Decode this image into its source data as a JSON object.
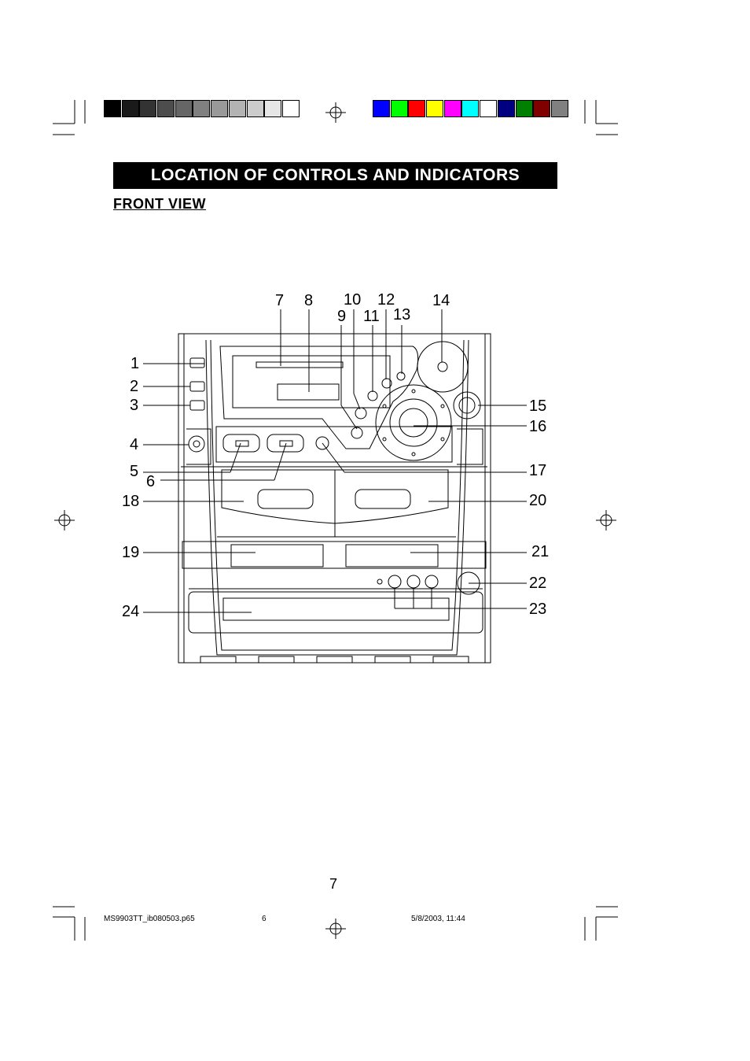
{
  "color_bars": {
    "grayscale": [
      "#000000",
      "#1a1a1a",
      "#333333",
      "#4d4d4d",
      "#666666",
      "#808080",
      "#999999",
      "#b3b3b3",
      "#cccccc",
      "#e6e6e6",
      "#ffffff"
    ],
    "colors": [
      "#0000ff",
      "#00ff00",
      "#ff0000",
      "#ffff00",
      "#ff00ff",
      "#00ffff",
      "#ffffff",
      "#000080",
      "#008000",
      "#800000",
      "#808080"
    ]
  },
  "header": {
    "title": "LOCATION OF CONTROLS AND INDICATORS",
    "subtitle": "FRONT VIEW"
  },
  "diagram": {
    "callouts": [
      "1",
      "2",
      "3",
      "4",
      "5",
      "6",
      "7",
      "8",
      "9",
      "10",
      "11",
      "12",
      "13",
      "14",
      "15",
      "16",
      "17",
      "18",
      "19",
      "20",
      "21",
      "22",
      "23",
      "24"
    ]
  },
  "page_number": "7",
  "footer": {
    "file": "MS9903TT_ib080503.p65",
    "page": "6",
    "datetime": "5/8/2003, 11:44"
  }
}
